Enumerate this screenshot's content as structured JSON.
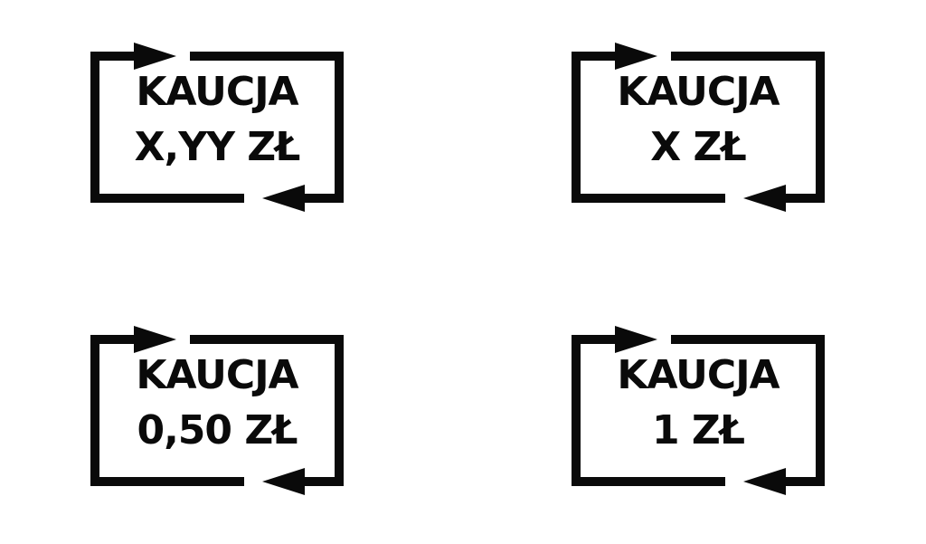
{
  "badges": [
    {
      "line1": "KAUCJA",
      "line2": "X,YY ZŁ"
    },
    {
      "line1": "KAUCJA",
      "line2": "X ZŁ"
    },
    {
      "line1": "KAUCJA",
      "line2": "0,50 ZŁ"
    },
    {
      "line1": "KAUCJA",
      "line2": "1 ZŁ"
    }
  ],
  "colors": {
    "ink": "#0a0a0a",
    "background": "#ffffff"
  },
  "icons": {
    "frame": "arrow-frame-icon"
  }
}
